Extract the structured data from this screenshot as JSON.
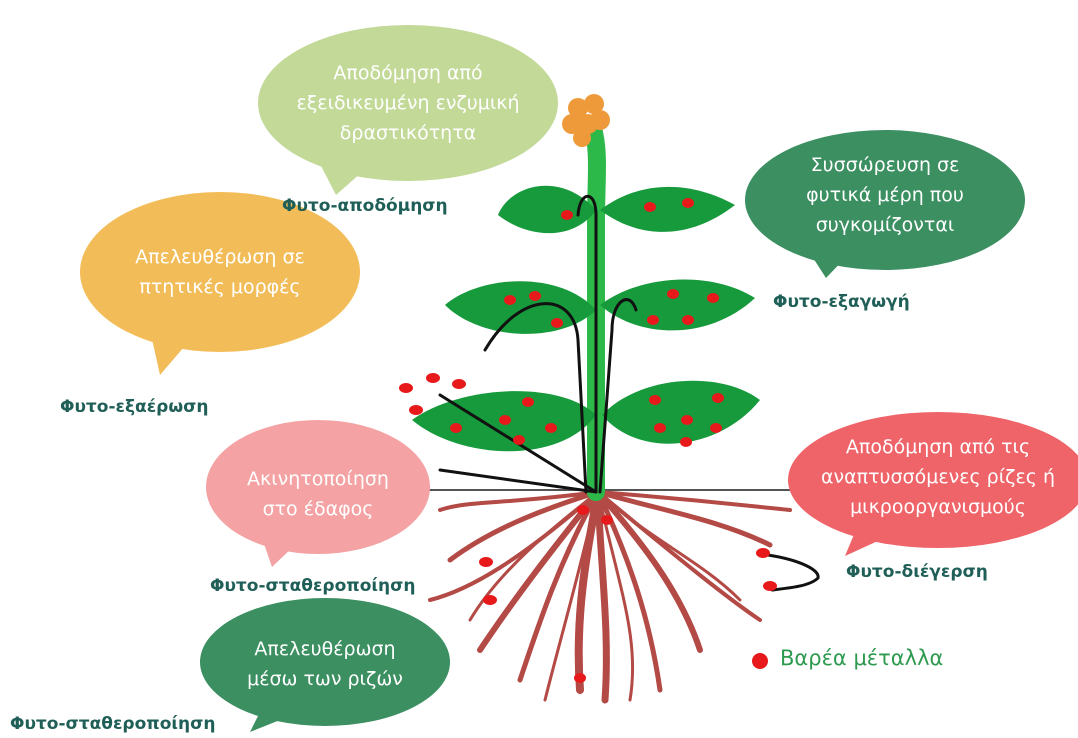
{
  "colors": {
    "leaf": "#169a3c",
    "stem": "#2db84a",
    "metal": "#e8191b",
    "root": "#b34a45",
    "flower": "#ef9a3a",
    "bubble_degradation": "#c2d998",
    "bubble_volatile": "#f2bd59",
    "bubble_extraction": "#3b8f61",
    "bubble_immobilization": "#f4a2a3",
    "bubble_stimulation": "#ee6469",
    "bubble_rhizo": "#3b8f61",
    "label": "#1f5f57",
    "legend": "#2e9a4f"
  },
  "bubbles": {
    "degradation": "Αποδόμηση από εξειδικευμένη ενζυμική δραστικότητα",
    "volatile": "Απελευθέρωση σε πτητικές μορφές",
    "extraction": "Συσσώρευση σε φυτικά μέρη που συγκομίζονται",
    "immobilization": "Ακινητοποίηση στο έδαφος",
    "stimulation": "Αποδόμηση από τις αναπτυσσόμενες ρίζες ή μικροοργανισμούς",
    "rhizo": "Απελευθέρωση μέσω των ριζών"
  },
  "labels": {
    "degradation": "Φυτο-αποδόμηση",
    "volatile": "Φυτο-εξαέρωση",
    "extraction": "Φυτο-εξαγωγή",
    "immobilization": "Φυτο-σταθεροποίηση",
    "stimulation": "Φυτο-διέγερση",
    "rhizo": "Φυτο-σταθεροποίηση"
  },
  "legend": {
    "icon": "metal-dot-icon",
    "text": "Βαρέα μέταλλα"
  }
}
